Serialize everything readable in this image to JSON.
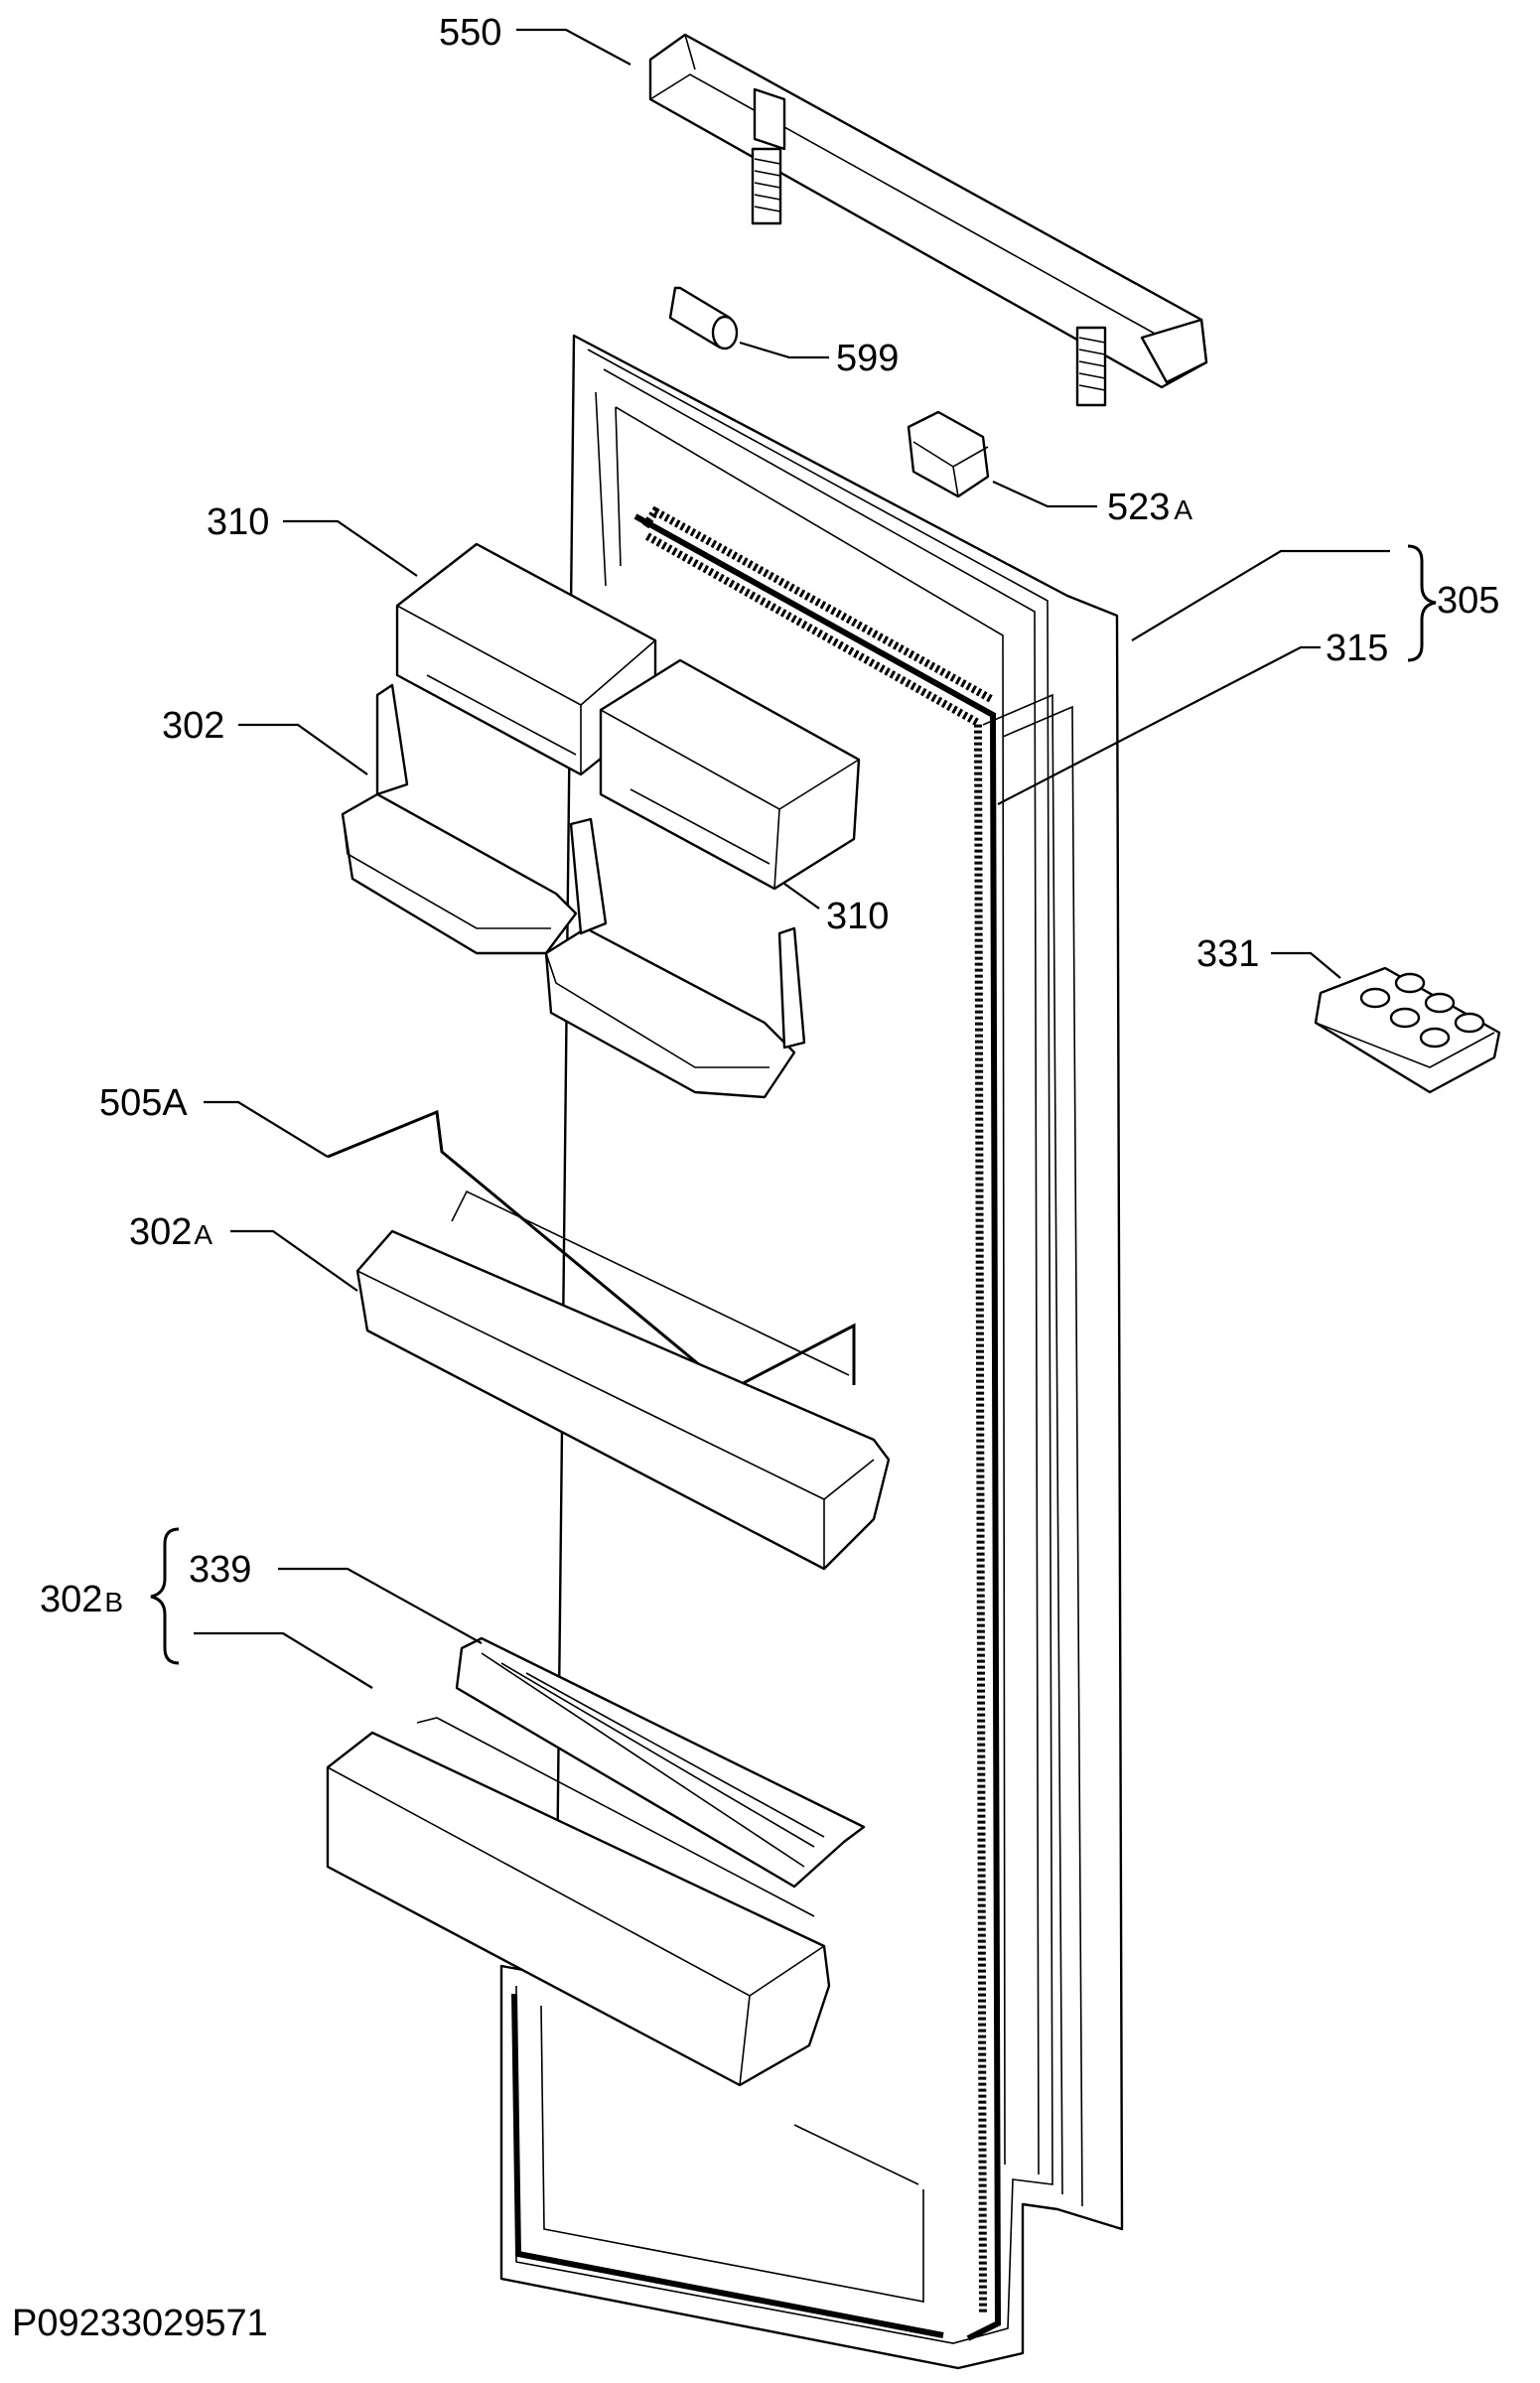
{
  "drawing_id": "P09233029571",
  "labels": {
    "l550": "550",
    "l599": "599",
    "l523": "523",
    "l523s": "A",
    "l305": "305",
    "l315": "315",
    "l310a": "310",
    "l310b": "310",
    "l302": "302",
    "l331": "331",
    "l505": "505A",
    "l302A": "302",
    "l302As": "A",
    "l339": "339",
    "l302B": "302",
    "l302Bs": "B"
  }
}
